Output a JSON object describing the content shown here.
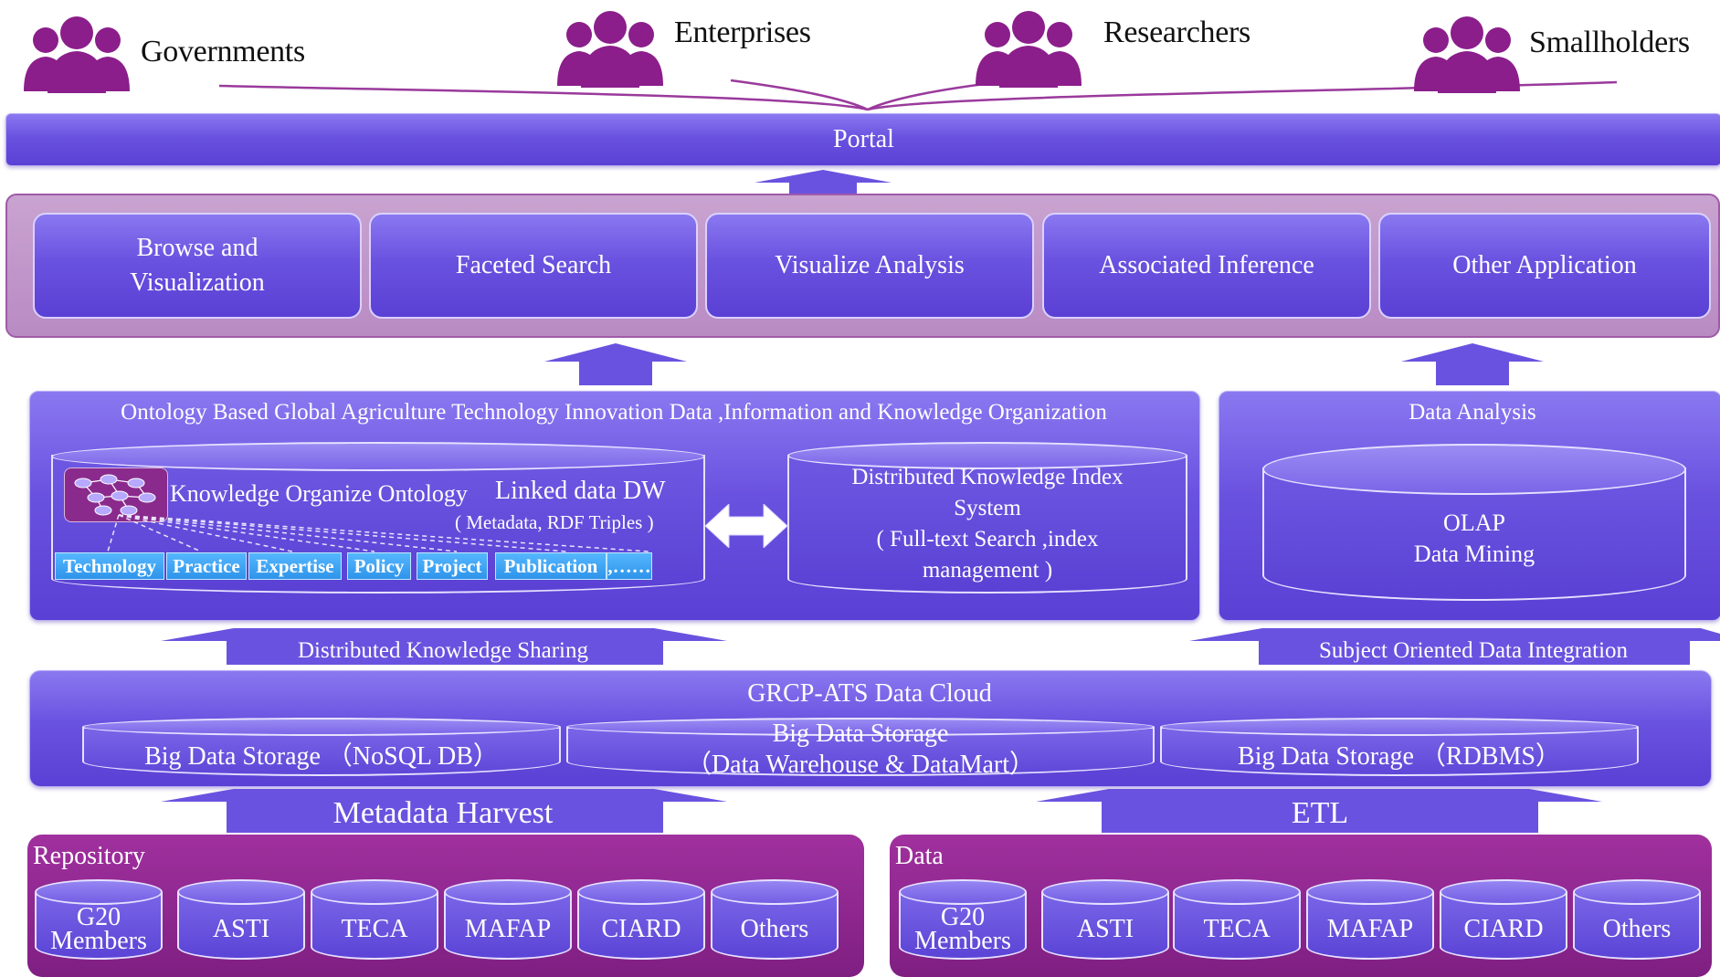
{
  "stakeholders": [
    "Governments",
    "Enterprises",
    "Researchers",
    "Smallholders"
  ],
  "portal": {
    "label": "Portal"
  },
  "applications": [
    {
      "line1": "Browse  and",
      "line2": "Visualization"
    },
    {
      "line1": "Faceted  Search",
      "line2": ""
    },
    {
      "line1": "Visualize   Analysis",
      "line2": ""
    },
    {
      "line1": "Associated  Inference",
      "line2": ""
    },
    {
      "line1": "Other Application",
      "line2": ""
    }
  ],
  "ontology": {
    "title": "Ontology Based Global Agriculture Technology Innovation  Data  ,Information and Knowledge Organization",
    "ontology_label": "Knowledge Organize Ontology",
    "linked_data": "Linked  data DW",
    "linked_data_sub": "( Metadata,  RDF Triples )",
    "tags": [
      "Technology",
      "Practice",
      "Expertise",
      "Policy",
      "Project",
      "Publication",
      ",……"
    ],
    "index_lines": [
      "Distributed  Knowledge  Index",
      "System",
      "( Full-text  Search ,index",
      "management )"
    ]
  },
  "analysis": {
    "title": "Data Analysis",
    "line1": "OLAP",
    "line2": "Data Mining"
  },
  "bands": {
    "sharing": "Distributed Knowledge Sharing",
    "integration": "Subject Oriented Data Integration"
  },
  "cloud": {
    "title": "GRCP-ATS Data Cloud",
    "storages": [
      {
        "line1": "Big  Data  Storage  （NoSQL DB）",
        "line2": ""
      },
      {
        "line1": "Big  Data  Storage",
        "line2": "（Data  Warehouse  &  DataMart）"
      },
      {
        "line1": "Big  Data  Storage  （RDBMS）",
        "line2": ""
      }
    ]
  },
  "harvest": {
    "left": "Metadata Harvest",
    "right": "ETL"
  },
  "repository": {
    "title": "Repository",
    "items": [
      "G20 Members",
      "ASTI",
      "TECA",
      "MAFAP",
      "CIARD",
      "Others"
    ]
  },
  "data": {
    "title": "Data",
    "items": [
      "G20 Members",
      "ASTI",
      "TECA",
      "MAFAP",
      "CIARD",
      "Others"
    ]
  },
  "colors": {
    "stakeholder": "#8b1e8b",
    "panel": "#6a52e0",
    "source_panel": "#8f2590",
    "tag": "#3aa3f5"
  }
}
